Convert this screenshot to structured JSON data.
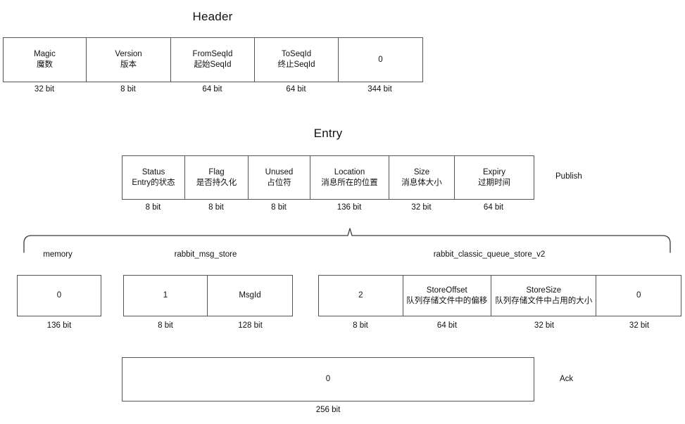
{
  "diagram": {
    "sections": [
      {
        "id": "header",
        "title": "Header",
        "fields": [
          {
            "name": "Magic",
            "sub": "魔数",
            "bits": "32 bit"
          },
          {
            "name": "Version",
            "sub": "版本",
            "bits": "8 bit"
          },
          {
            "name": "FromSeqId",
            "sub": "起始SeqId",
            "bits": "64 bit"
          },
          {
            "name": "ToSeqId",
            "sub": "终止SeqId",
            "bits": "64 bit"
          },
          {
            "name": "0",
            "sub": "",
            "bits": "344 bit"
          }
        ]
      },
      {
        "id": "entry",
        "title": "Entry",
        "side_label": "Publish",
        "fields": [
          {
            "name": "Status",
            "sub": "Entry的状态",
            "bits": "8 bit"
          },
          {
            "name": "Flag",
            "sub": "是否持久化",
            "bits": "8 bit"
          },
          {
            "name": "Unused",
            "sub": "占位符",
            "bits": "8 bit"
          },
          {
            "name": "Location",
            "sub": "消息所在的位置",
            "bits": "136 bit"
          },
          {
            "name": "Size",
            "sub": "消息体大小",
            "bits": "32 bit"
          },
          {
            "name": "Expiry",
            "sub": "过期时间",
            "bits": "64 bit"
          }
        ]
      }
    ],
    "location_variants": {
      "group_labels": [
        {
          "label": "memory"
        },
        {
          "label": "rabbit_msg_store"
        },
        {
          "label": "rabbit_classic_queue_store_v2"
        }
      ],
      "groups": [
        {
          "id": "memory",
          "fields": [
            {
              "name": "0",
              "sub": "",
              "bits": "136 bit"
            }
          ]
        },
        {
          "id": "rabbit_msg_store",
          "fields": [
            {
              "name": "1",
              "sub": "",
              "bits": "8 bit"
            },
            {
              "name": "MsgId",
              "sub": "",
              "bits": "128 bit"
            }
          ]
        },
        {
          "id": "rabbit_classic_queue_store_v2",
          "fields": [
            {
              "name": "2",
              "sub": "",
              "bits": "8 bit"
            },
            {
              "name": "StoreOffset",
              "sub": "队列存储文件中的偏移",
              "bits": "64 bit"
            },
            {
              "name": "StoreSize",
              "sub": "队列存储文件中占用的大小",
              "bits": "32 bit"
            },
            {
              "name": "0",
              "sub": "",
              "bits": "32 bit"
            }
          ]
        }
      ]
    },
    "ack": {
      "side_label": "Ack",
      "fields": [
        {
          "name": "0",
          "sub": "",
          "bits": "256 bit"
        }
      ]
    },
    "colors": {
      "border": "#555555",
      "text": "#111111",
      "background": "#ffffff"
    }
  }
}
